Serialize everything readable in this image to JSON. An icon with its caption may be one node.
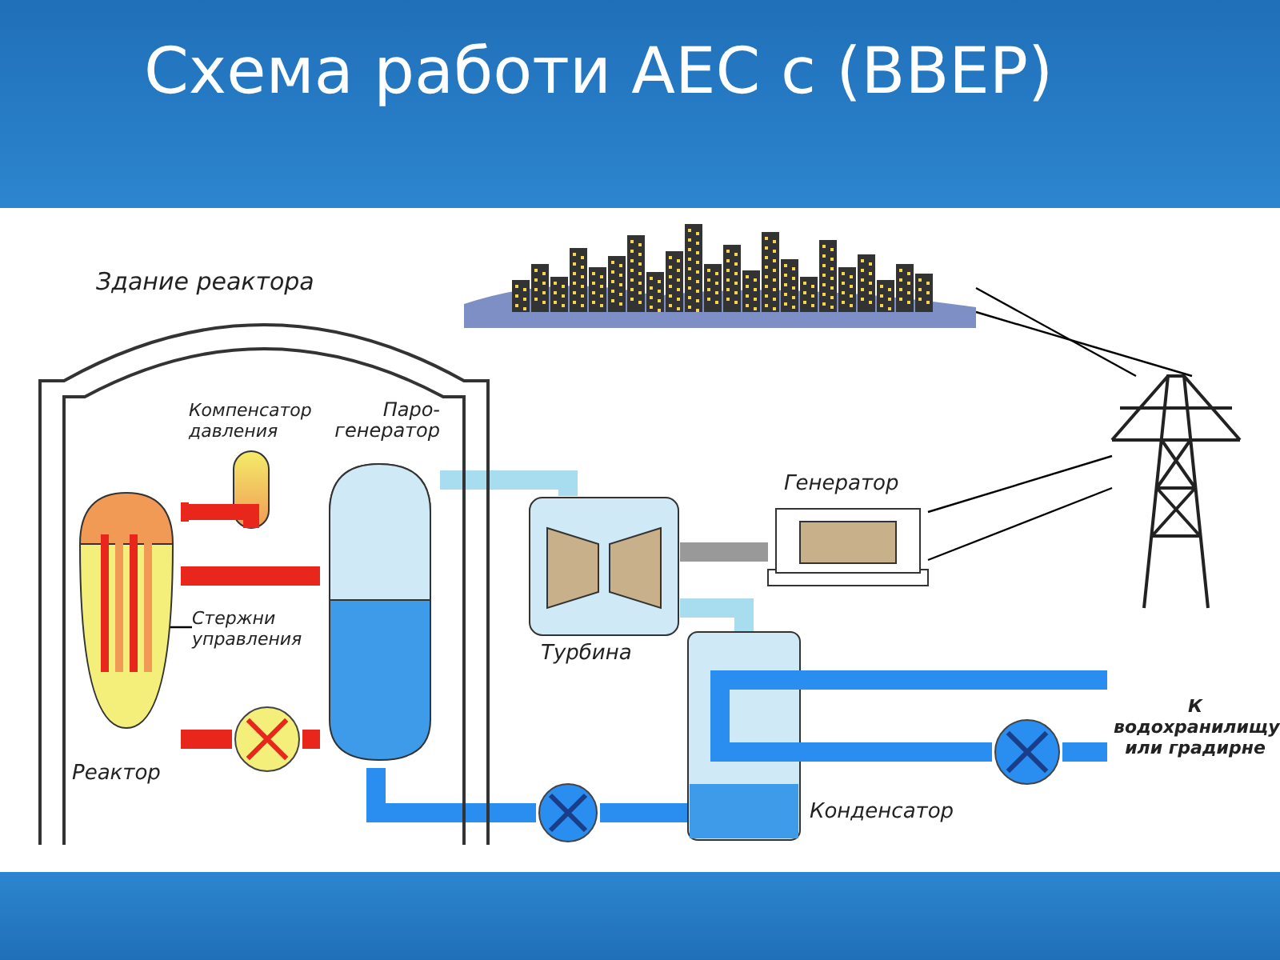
{
  "diagram": {
    "title": "Схема работи АЕС с (ВВЕР)",
    "nodes": [
      {
        "text": [
          "Здание реактора"
        ]
      },
      {
        "text": [
          "Компенсатор давления"
        ],
        "in": 0
      },
      {
        "text": [
          "Паро-генератор"
        ],
        "in": 0
      },
      {
        "text": [
          "Реактор"
        ],
        "in": 0
      },
      {
        "text": [],
        "shape": "bar",
        "in": 3
      },
      {
        "text": [
          "Стержни управления"
        ],
        "in": 0
      },
      {
        "text": [],
        "shape": "circle",
        "in": 0
      },
      {
        "text": [
          "Турбина"
        ]
      },
      {
        "text": [
          "Генератор"
        ]
      },
      {
        "text": [
          "Конденсатор"
        ]
      },
      {
        "text": [],
        "shape": "circle"
      },
      {
        "text": [],
        "shape": "circle"
      },
      {
        "text": [
          "К водохранилищу или градирне"
        ]
      },
      {
        "text": [],
        "shape": "picture"
      },
      {
        "text": [],
        "shape": "picture"
      }
    ],
    "edges": [
      {
        "from": 3,
        "to": 2,
        "arrow": "none",
        "color": "#e8261c"
      },
      {
        "from": 2,
        "to": 6,
        "arrow": "none",
        "color": "#e8261c"
      },
      {
        "from": 6,
        "to": 3,
        "arrow": "none",
        "color": "#e8261c"
      },
      {
        "from": 1,
        "to": 3,
        "arrow": "none",
        "color": "#e8261c"
      },
      {
        "from": 2,
        "to": 7,
        "arrow": "none",
        "color": "#a8dcef"
      },
      {
        "from": 7,
        "to": 8,
        "arrow": "none",
        "color": "#999999"
      },
      {
        "from": 7,
        "to": 9,
        "arrow": "none",
        "color": "#a8dcef"
      },
      {
        "from": 9,
        "to": 10,
        "arrow": "none",
        "color": "#2a8ef0"
      },
      {
        "from": 10,
        "to": 2,
        "arrow": "none",
        "color": "#2a8ef0"
      },
      {
        "from": 9,
        "to": 12,
        "arrow": "none",
        "color": "#2a8ef0"
      },
      {
        "from": 9,
        "to": 11,
        "arrow": "none",
        "color": "#2a8ef0"
      },
      {
        "from": 11,
        "to": 12,
        "arrow": "none",
        "color": "#2a8ef0"
      },
      {
        "from": 8,
        "to": 14,
        "arrow": "none",
        "color": "#000000"
      },
      {
        "from": 8,
        "to": 14,
        "arrow": "none",
        "color": "#000000"
      },
      {
        "from": 14,
        "to": 13,
        "arrow": "none",
        "color": "#000000"
      },
      {
        "from": 14,
        "to": 13,
        "arrow": "none",
        "color": "#000000"
      },
      {
        "from": 5,
        "to": 4,
        "arrow": "none",
        "color": "#000000"
      }
    ]
  }
}
